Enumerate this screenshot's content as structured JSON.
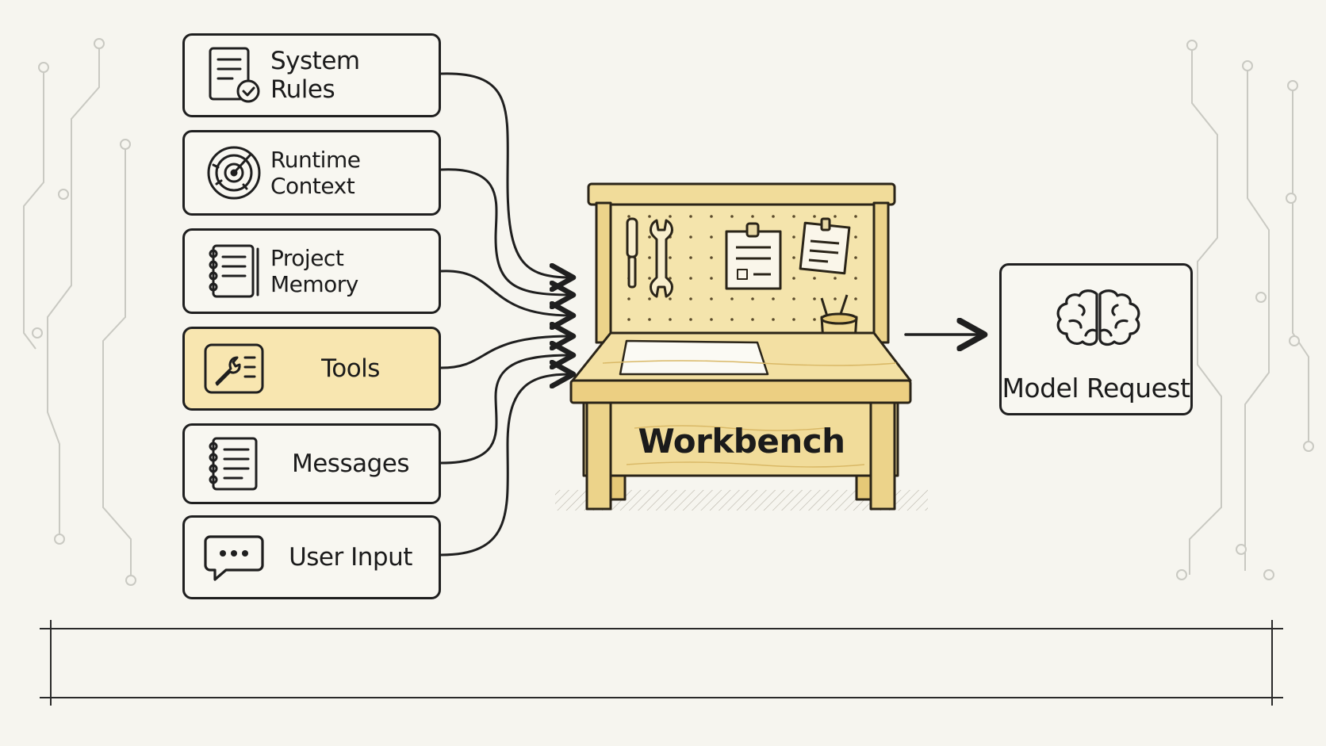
{
  "inputs": [
    {
      "label": "System Rules",
      "icon": "document-check-icon"
    },
    {
      "label": "Runtime Context",
      "icon": "radar-icon"
    },
    {
      "label": "Project Memory",
      "icon": "notebook-icon"
    },
    {
      "label": "Tools",
      "icon": "wrench-card-icon",
      "highlighted": true
    },
    {
      "label": "Messages",
      "icon": "notebook-lines-icon"
    },
    {
      "label": "User Input",
      "icon": "chat-bubble-icon"
    }
  ],
  "workbench": {
    "label": "Workbench"
  },
  "output": {
    "label": "Model Request",
    "icon": "brain-icon"
  },
  "colors": {
    "ink": "#1f1f1f",
    "background": "#f6f5ef",
    "wood": "#f1dc9a",
    "wood_dark": "#e6c977",
    "highlight": "#f8e6b0",
    "circuit": "#c9c9c2"
  }
}
